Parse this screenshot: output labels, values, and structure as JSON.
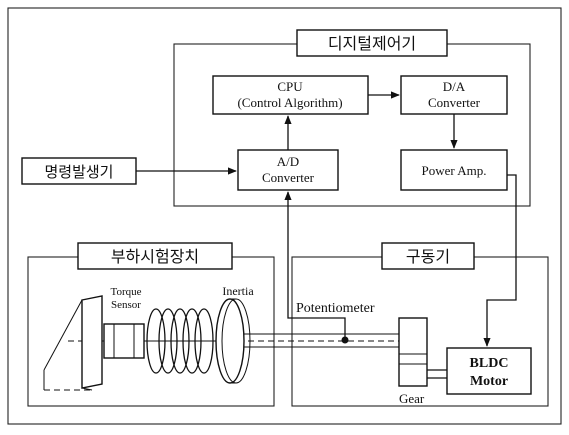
{
  "groups": {
    "digital_controller": "디지털제어기",
    "load_tester": "부하시험장치",
    "actuator": "구동기"
  },
  "blocks": {
    "cpu_line1": "CPU",
    "cpu_line2": "(Control Algorithm)",
    "da_line1": "D/A",
    "da_line2": "Converter",
    "ad_line1": "A/D",
    "ad_line2": "Converter",
    "power_amp": "Power Amp.",
    "command_generator": "명령발생기",
    "bldc_line1": "BLDC",
    "bldc_line2": "Motor"
  },
  "labels": {
    "torque_line1": "Torque",
    "torque_line2": "Sensor",
    "inertia": "Inertia",
    "potentiometer": "Potentiometer",
    "gear": "Gear"
  }
}
